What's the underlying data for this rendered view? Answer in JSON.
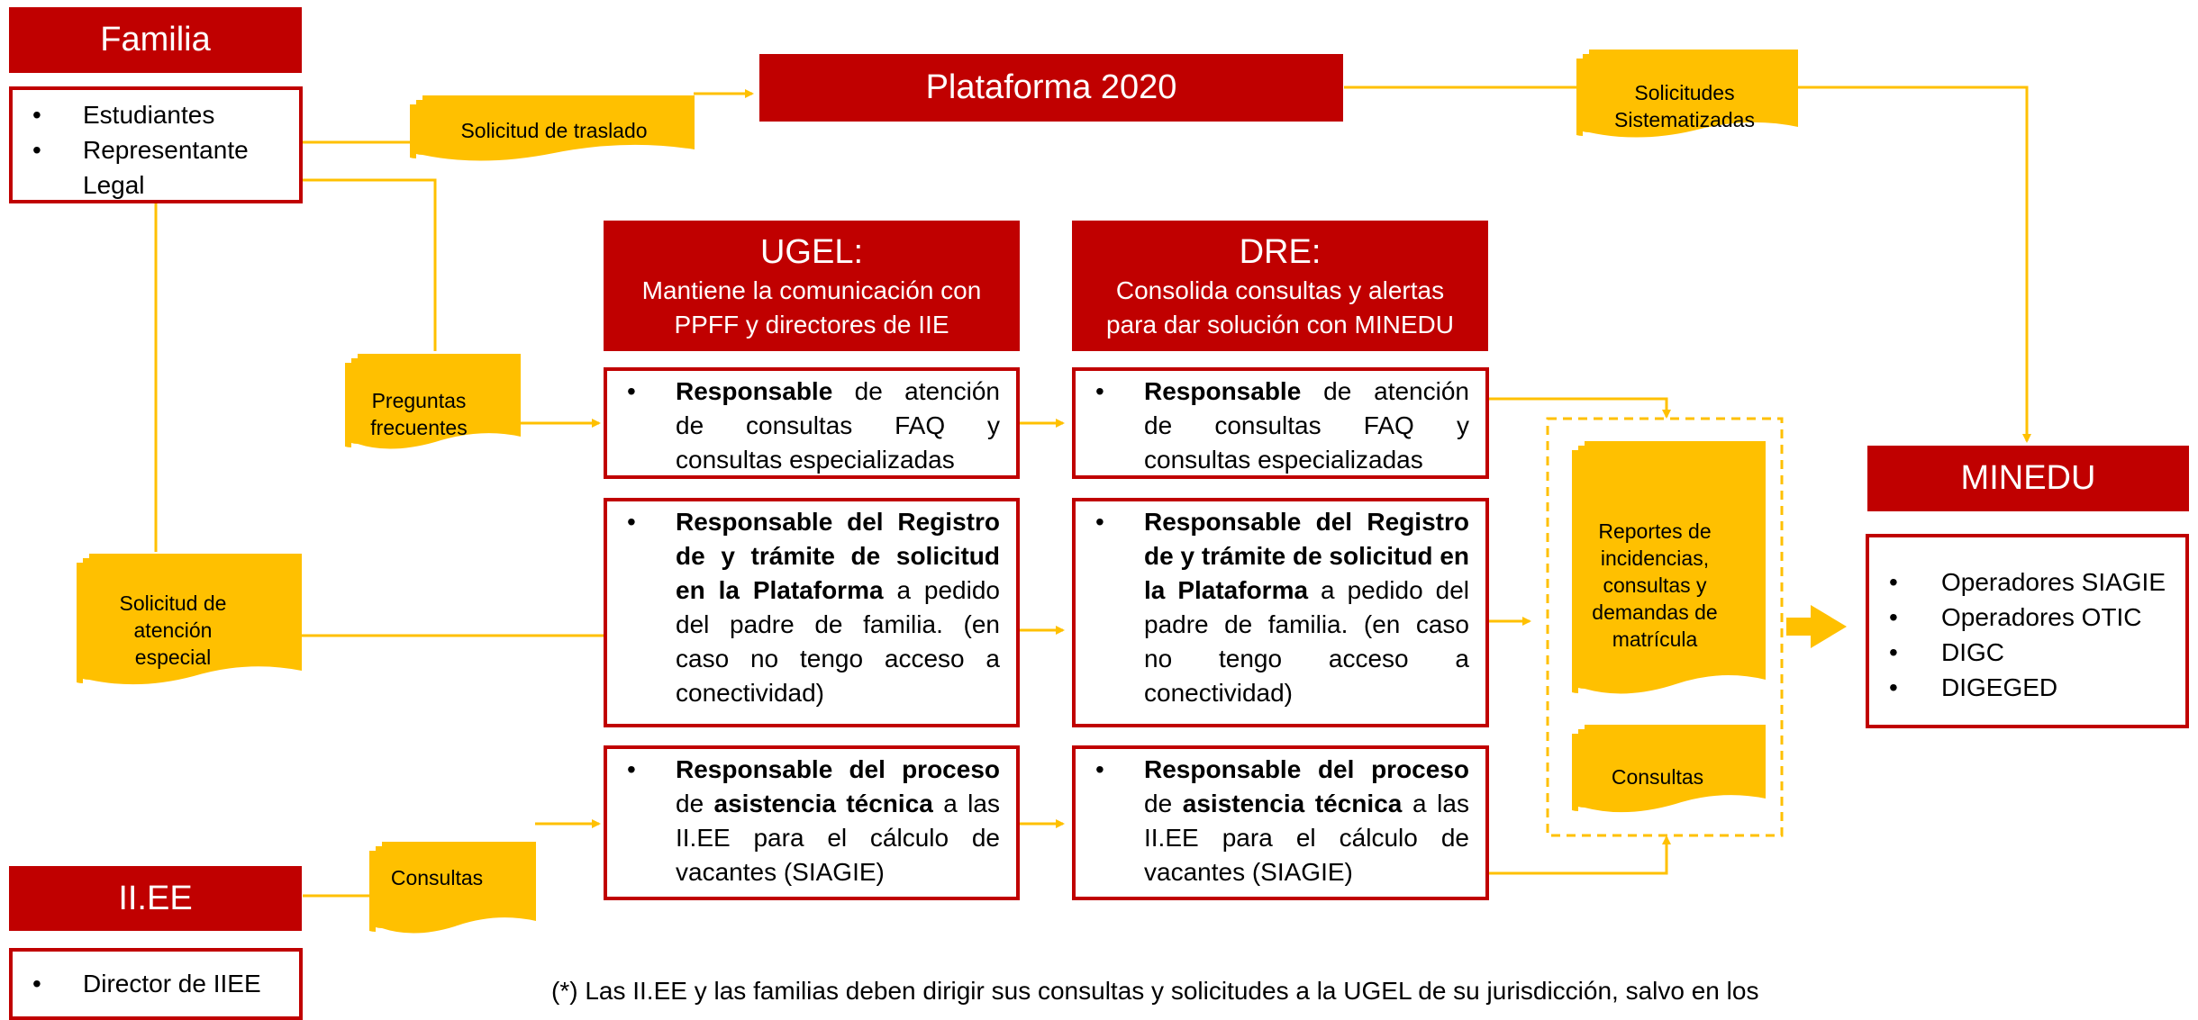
{
  "familia": {
    "title": "Familia",
    "items": [
      "Estudiantes",
      "Representante Legal"
    ]
  },
  "iiee": {
    "title": "II.EE",
    "items": [
      "Director de IIEE"
    ]
  },
  "plataforma": {
    "title": "Plataforma 2020"
  },
  "ugel": {
    "title": "UGEL:",
    "subtitle": "Mantiene la comunicación con PPFF y directores de IIE"
  },
  "dre": {
    "title": "DRE:",
    "subtitle": "Consolida consultas y alertas para dar solución con MINEDU"
  },
  "minedu": {
    "title": "MINEDU",
    "items": [
      "Operadores SIAGIE",
      "Operadores OTIC",
      "DIGC",
      "DIGEGED"
    ]
  },
  "docs": {
    "solicitud_traslado": "Solicitud de traslado",
    "solicitudes_sistematizadas": "Solicitudes Sistematizadas",
    "preguntas_frecuentes": "Preguntas frecuentes",
    "solicitud_atencion_especial": "Solicitud de atención especial",
    "consultas_iiee": "Consultas",
    "reportes": "Reportes de incidencias, consultas y demandas de matrícula",
    "consultas_minedu": "Consultas"
  },
  "responsibilities": {
    "faq": {
      "bold": "Responsable",
      "rest": " de atención de consultas FAQ y consultas especializadas"
    },
    "registro": {
      "bold": "Responsable del Registro de y trámite de solicitud en la Plataforma",
      "rest": " a pedido del padre de familia. (en caso no tengo acceso a conectividad)"
    },
    "proceso": {
      "bold1": "Responsable del proceso",
      "mid": " de ",
      "bold2": "asistencia técnica",
      "rest": " a las II.EE para el cálculo de vacantes (SIAGIE)"
    }
  },
  "footnote": "(*) Las II.EE y las familias deben dirigir sus consultas y solicitudes a la UGEL de su jurisdicción, salvo en los",
  "colors": {
    "header_red": "#c00000",
    "doc_yellow": "#ffc000",
    "line_yellow": "#ffc000"
  }
}
